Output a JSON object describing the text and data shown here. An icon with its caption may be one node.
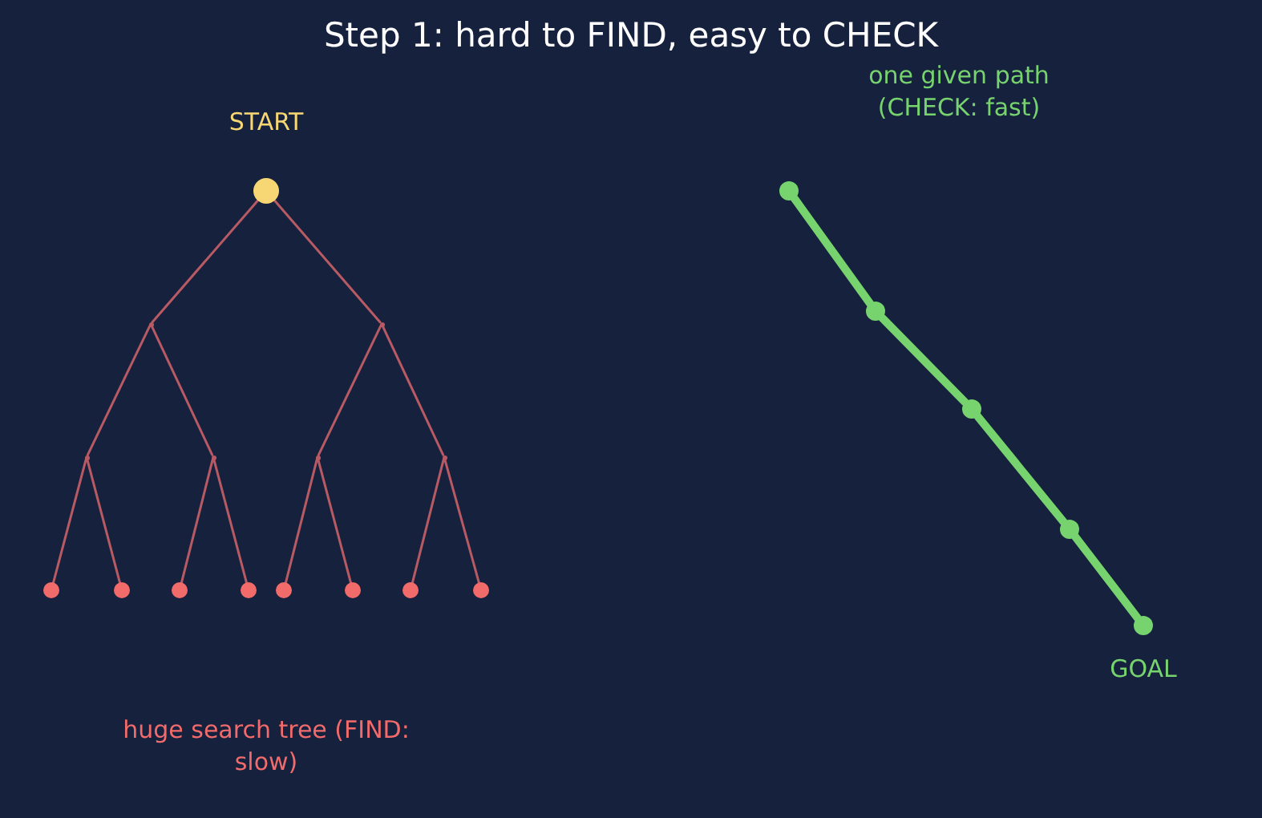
{
  "diagram": {
    "title": "Step 1: hard to FIND, easy to CHECK",
    "nodes": [
      {
        "text": [
          "START"
        ]
      },
      {
        "text": [],
        "shape": "point"
      },
      {
        "text": [],
        "shape": "point"
      },
      {
        "text": [],
        "shape": "point"
      },
      {
        "text": [],
        "shape": "point"
      },
      {
        "text": [],
        "shape": "point"
      },
      {
        "text": [],
        "shape": "point"
      },
      {
        "text": [],
        "shape": "circle"
      },
      {
        "text": [],
        "shape": "circle"
      },
      {
        "text": [],
        "shape": "circle"
      },
      {
        "text": [],
        "shape": "circle"
      },
      {
        "text": [],
        "shape": "circle"
      },
      {
        "text": [],
        "shape": "circle"
      },
      {
        "text": [],
        "shape": "circle"
      },
      {
        "text": [],
        "shape": "circle"
      },
      {
        "text": [],
        "shape": "circle"
      },
      {
        "text": [],
        "shape": "circle"
      },
      {
        "text": [],
        "shape": "circle"
      },
      {
        "text": [],
        "shape": "circle"
      },
      {
        "text": [
          "GOAL"
        ]
      }
    ],
    "edges": [
      {
        "from": 0,
        "to": 1,
        "arrow": "none"
      },
      {
        "from": 0,
        "to": 2,
        "arrow": "none"
      },
      {
        "from": 1,
        "to": 3,
        "arrow": "none"
      },
      {
        "from": 1,
        "to": 4,
        "arrow": "none"
      },
      {
        "from": 2,
        "to": 5,
        "arrow": "none"
      },
      {
        "from": 2,
        "to": 6,
        "arrow": "none"
      },
      {
        "from": 3,
        "to": 7,
        "arrow": "none"
      },
      {
        "from": 3,
        "to": 8,
        "arrow": "none"
      },
      {
        "from": 4,
        "to": 9,
        "arrow": "none"
      },
      {
        "from": 4,
        "to": 10,
        "arrow": "none"
      },
      {
        "from": 5,
        "to": 11,
        "arrow": "none"
      },
      {
        "from": 5,
        "to": 12,
        "arrow": "none"
      },
      {
        "from": 6,
        "to": 13,
        "arrow": "none"
      },
      {
        "from": 6,
        "to": 14,
        "arrow": "none"
      },
      {
        "from": 15,
        "to": 16,
        "arrow": "none",
        "style": "thick",
        "color": "#77d36e"
      },
      {
        "from": 16,
        "to": 17,
        "arrow": "none",
        "style": "thick",
        "color": "#77d36e"
      },
      {
        "from": 17,
        "to": 18,
        "arrow": "none",
        "style": "thick",
        "color": "#77d36e"
      },
      {
        "from": 18,
        "to": 19,
        "arrow": "none",
        "style": "thick",
        "color": "#77d36e"
      }
    ],
    "labels": [
      "one given path (CHECK: fast)",
      "huge search tree (FIND: slow)"
    ]
  }
}
